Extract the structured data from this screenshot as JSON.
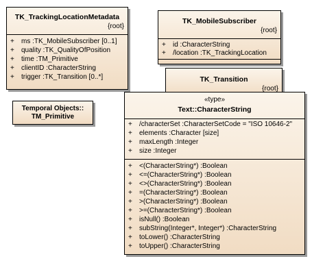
{
  "tracking": {
    "name": "TK_TrackingLocationMetadata",
    "root": "{root}",
    "attributes": [
      {
        "vis": "+",
        "text": "ms  :TK_MobileSubscriber [0..1]"
      },
      {
        "vis": "+",
        "text": "quality  :TK_QualityOfPosition"
      },
      {
        "vis": "+",
        "text": "time  :TM_Primitive"
      },
      {
        "vis": "+",
        "text": "clientID  :CharacterString"
      },
      {
        "vis": "+",
        "text": "trigger  :TK_Transition [0..*]"
      }
    ]
  },
  "mobile": {
    "name": "TK_MobileSubscriber",
    "root": "{root}",
    "attributes": [
      {
        "vis": "+",
        "text": "id  :CharacterString"
      },
      {
        "vis": "+",
        "text": "/location  :TK_TrackingLocation"
      }
    ]
  },
  "transition": {
    "name": "TK_Transition",
    "root": "{root}"
  },
  "temporal": {
    "line1": "Temporal Objects::",
    "line2": "TM_Primitive"
  },
  "charstring": {
    "stereotype": "«type»",
    "name": "Text::CharacterString",
    "attributes": [
      {
        "vis": "+",
        "text": "/characterSet  :CharacterSetCode = \"ISO 10646-2\""
      },
      {
        "vis": "+",
        "text": "elements  :Character [size]"
      },
      {
        "vis": "+",
        "text": "maxLength  :Integer"
      },
      {
        "vis": "+",
        "text": "size  :Integer"
      }
    ],
    "operations": [
      {
        "vis": "+",
        "text": "<(CharacterString*)  :Boolean"
      },
      {
        "vis": "+",
        "text": "<=(CharacterString*)  :Boolean"
      },
      {
        "vis": "+",
        "text": "<>(CharacterString*)  :Boolean"
      },
      {
        "vis": "+",
        "text": "=(CharacterString*)  :Boolean"
      },
      {
        "vis": "+",
        "text": ">(CharacterString*)  :Boolean"
      },
      {
        "vis": "+",
        "text": ">=(CharacterString*)  :Boolean"
      },
      {
        "vis": "+",
        "text": "isNull()  :Boolean"
      },
      {
        "vis": "+",
        "text": "subString(Integer*, Integer*)  :CharacterString"
      },
      {
        "vis": "+",
        "text": "toLower()  :CharacterString"
      },
      {
        "vis": "+",
        "text": "toUpper()  :CharacterString"
      }
    ]
  }
}
